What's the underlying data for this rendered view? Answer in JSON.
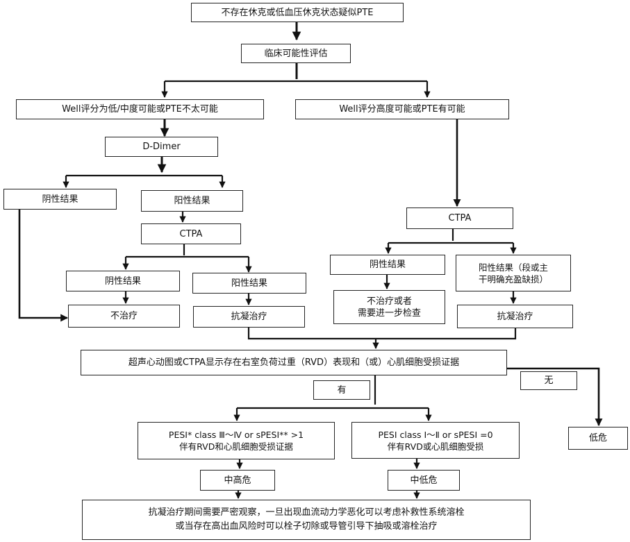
{
  "nodes": {
    "start": "不存在休克或低血压休克状态疑似PTE",
    "clinical_eval": "临床可能性评估",
    "well_low": "Well评分为低/中度可能或PTE不太可能",
    "well_high": "Well评分高度可能或PTE有可能",
    "d_dimer": "D-Dimer",
    "dd_negative": "阴性结果",
    "dd_positive": "阳性结果",
    "ctpa_left": "CTPA",
    "ctpa_left_negative": "阴性结果",
    "ctpa_left_positive": "阳性结果",
    "no_treatment": "不治疗",
    "anticoag_left": "抗凝治疗",
    "ctpa_right": "CTPA",
    "ctpa_right_negative": "阴性结果",
    "ctpa_right_positive": "阳性结果（段或主\n干明确充盈缺损）",
    "no_treatment_or_check": "不治疗或者\n需要进一步检查",
    "anticoag_right": "抗凝治疗",
    "rvd_evidence": "超声心动图或CTPA显示存在右室负荷过重（RVD）表现和（或）心肌细胞受损证据",
    "yes": "有",
    "no": "无",
    "low_risk": "低危",
    "pesi_high": "PESI* class Ⅲ～Ⅳ or sPESI** >1\n伴有RVD和心肌细胞受损证据",
    "pesi_low": "PESI class Ⅰ～Ⅱ or sPESI =0\n伴有RVD或心肌细胞受损",
    "mid_high_risk": "中高危",
    "mid_low_risk": "中低危",
    "final_note": "抗凝治疗期间需要严密观察，一旦出现血流动力学恶化可以考虑补救性系统溶栓\n或当存在高出血风险时可以栓子切除或导管引导下抽吸或溶栓治疗"
  }
}
